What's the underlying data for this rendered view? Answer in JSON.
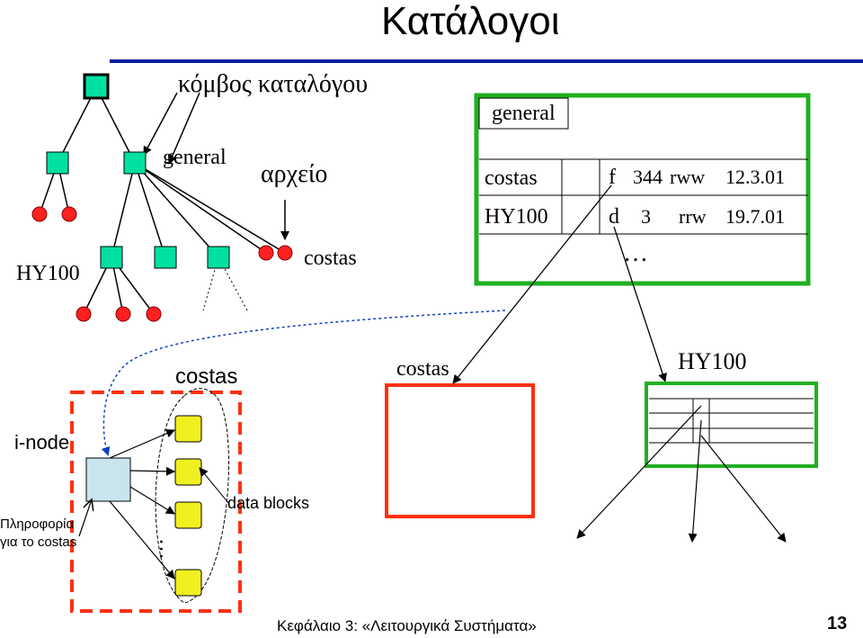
{
  "slide": {
    "title": "Κατάλογοι",
    "footer": "Κεφάλαιο 3:  «Λειτουργικά Συστήματα»",
    "page_number": "13"
  },
  "tree": {
    "directory_node_label": "κόμβος καταλόγου",
    "general_label": "general",
    "file_label": "αρχείο",
    "hy100_label": "HY100",
    "costas_label": "costas"
  },
  "dir_table": {
    "header": "general",
    "rows": [
      {
        "name": "costas",
        "type": "f",
        "size": "344",
        "perm": "rww",
        "date": "12.3.01"
      },
      {
        "name": "HY100",
        "type": "d",
        "size": "3",
        "perm": "rrw",
        "date": "19.7.01"
      }
    ],
    "ellipsis": "…"
  },
  "bottom": {
    "costas_sans_label": "costas",
    "costas_box_label": "costas",
    "hy100_box_label": "HY100",
    "inode_label": "i-node",
    "info_line1": "Πληροφορία",
    "info_line2": "για το costas",
    "data_blocks_label": "data blocks",
    "blocks_ellipsis": "…"
  },
  "colors": {
    "title_rule": "#00209f",
    "node_fill": "#00e0a0",
    "leaf_fill": "#ff2020",
    "green_border": "#20b020",
    "red_border": "#ff3010",
    "inode_fill": "#c8e4ec",
    "block_fill": "#f0f020",
    "dotted_arrow": "#1040c0"
  }
}
